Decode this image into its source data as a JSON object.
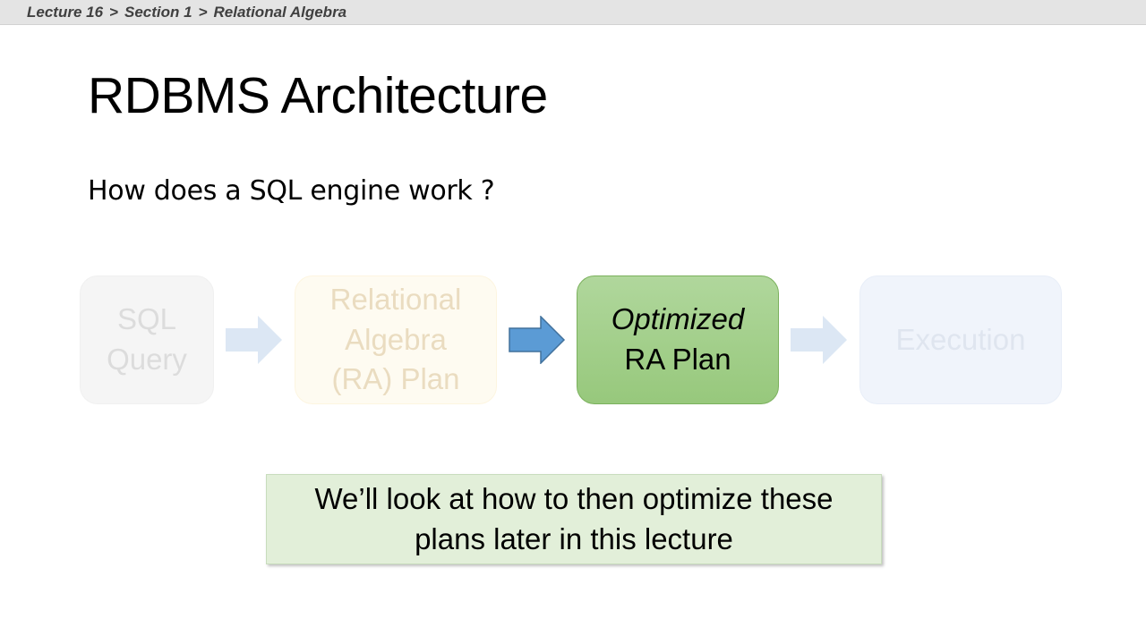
{
  "breadcrumb": {
    "items": [
      "Lecture 16",
      "Section 1",
      "Relational Algebra"
    ],
    "separator": ">"
  },
  "title": "RDBMS Architecture",
  "subtitle": "How does a SQL engine work ?",
  "pipeline": {
    "stages": [
      {
        "lines": [
          "SQL",
          "Query"
        ],
        "state": "faded"
      },
      {
        "lines": [
          "Relational",
          "Algebra",
          "(RA) Plan"
        ],
        "state": "faded"
      },
      {
        "lines": [
          "Optimized",
          "RA Plan"
        ],
        "state": "active"
      },
      {
        "lines": [
          "Execution"
        ],
        "state": "faded"
      }
    ],
    "arrows": [
      {
        "from": "SQL Query",
        "to": "Relational Algebra (RA) Plan",
        "state": "faded"
      },
      {
        "from": "Relational Algebra (RA) Plan",
        "to": "Optimized RA Plan",
        "state": "active"
      },
      {
        "from": "Optimized RA Plan",
        "to": "Execution",
        "state": "faded"
      }
    ]
  },
  "callout": {
    "lines": [
      "We’ll look at how to then optimize these",
      "plans later in this lecture"
    ]
  },
  "colors": {
    "active_stage": "#a3d08a",
    "active_arrow": "#5b9bd5",
    "faded_arrow": "#dce7f4",
    "callout_bg": "#e2efd9"
  }
}
